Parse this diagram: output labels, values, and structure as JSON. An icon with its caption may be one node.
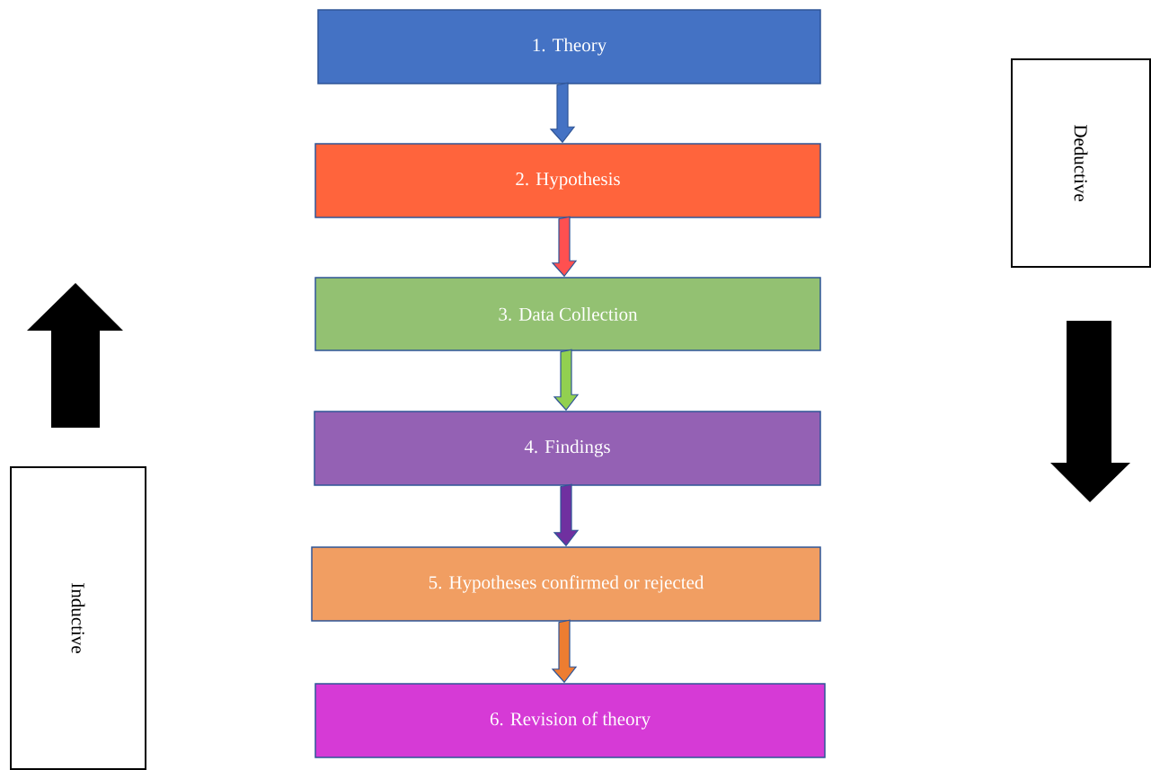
{
  "diagram": {
    "nodes": [
      {
        "text": [
          "1.   Theory"
        ]
      },
      {
        "text": [
          "2.   Hypothesis"
        ]
      },
      {
        "text": [
          "3.   Data Collection"
        ]
      },
      {
        "text": [
          "4.   Findings"
        ]
      },
      {
        "text": [
          "5.   Hypotheses confirmed or rejected"
        ]
      },
      {
        "text": [
          "6.   Revision of theory"
        ]
      },
      {
        "text": [
          "Deductive"
        ]
      },
      {
        "text": [
          "Inductive"
        ]
      }
    ],
    "edges": [
      {
        "from": 0,
        "to": 1,
        "arrow": "to",
        "color": "#4472c4"
      },
      {
        "from": 1,
        "to": 2,
        "arrow": "to",
        "color": "#ff5050"
      },
      {
        "from": 2,
        "to": 3,
        "arrow": "to",
        "color": "#92d050"
      },
      {
        "from": 3,
        "to": 4,
        "arrow": "to",
        "color": "#7030a0"
      },
      {
        "from": 4,
        "to": 5,
        "arrow": "to",
        "color": "#ed7d31"
      }
    ]
  }
}
